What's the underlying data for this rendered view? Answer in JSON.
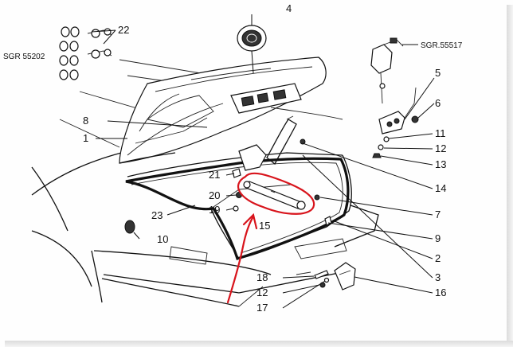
{
  "diagram": {
    "ref_left": "SGR 55202",
    "ref_right": "SGR.55517",
    "callouts": [
      {
        "id": "c22",
        "text": "22"
      },
      {
        "id": "c4",
        "text": "4"
      },
      {
        "id": "c5",
        "text": "5"
      },
      {
        "id": "c6",
        "text": "6"
      },
      {
        "id": "c8",
        "text": "8"
      },
      {
        "id": "c1",
        "text": "1"
      },
      {
        "id": "c11",
        "text": "11"
      },
      {
        "id": "c12a",
        "text": "12"
      },
      {
        "id": "c13",
        "text": "13"
      },
      {
        "id": "c21",
        "text": "21"
      },
      {
        "id": "c14",
        "text": "14"
      },
      {
        "id": "c20",
        "text": "20"
      },
      {
        "id": "c19",
        "text": "19"
      },
      {
        "id": "c23",
        "text": "23"
      },
      {
        "id": "c7",
        "text": "7"
      },
      {
        "id": "c15",
        "text": "15"
      },
      {
        "id": "c9",
        "text": "9"
      },
      {
        "id": "c10",
        "text": "10"
      },
      {
        "id": "c2",
        "text": "2"
      },
      {
        "id": "c18",
        "text": "18"
      },
      {
        "id": "c3",
        "text": "3"
      },
      {
        "id": "c12b",
        "text": "12"
      },
      {
        "id": "c16",
        "text": "16"
      },
      {
        "id": "c17",
        "text": "17"
      }
    ],
    "colors": {
      "ink": "#111111",
      "annotation": "#d8141c",
      "background": "#ffffff"
    }
  }
}
